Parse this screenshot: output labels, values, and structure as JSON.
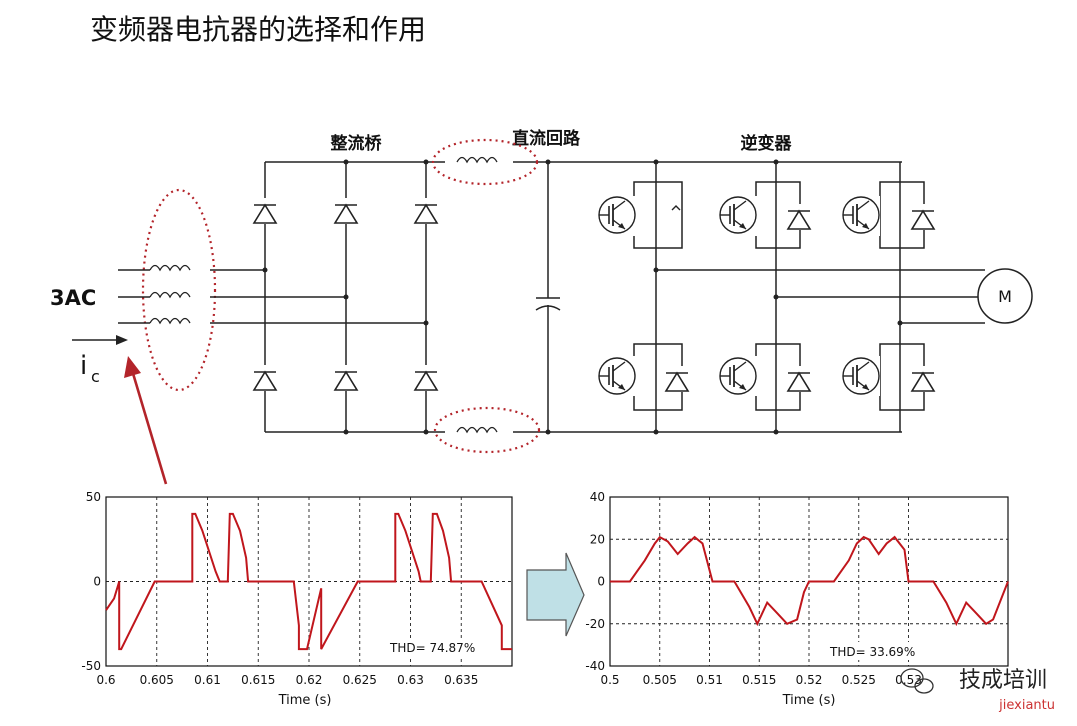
{
  "title": "变频器电抗器的选择和作用",
  "circuit": {
    "rectifier_label": "整流桥",
    "dc_link_label": "直流回路",
    "inverter_label": "逆变器",
    "input_label": "3AC",
    "current_label_main": "i",
    "current_label_sub": "c",
    "motor_label": "M"
  },
  "charts": {
    "left": {
      "xlabel": "Time (s)",
      "xticks": [
        "0.6",
        "0.605",
        "0.61",
        "0.615",
        "0.62",
        "0.625",
        "0.63",
        "0.635"
      ],
      "yticks": [
        "50",
        "0",
        "-50"
      ],
      "annotation": "THD= 74.87%"
    },
    "right": {
      "xlabel": "Time (s)",
      "xticks": [
        "0.5",
        "0.505",
        "0.51",
        "0.515",
        "0.52",
        "0.525",
        "0.53"
      ],
      "yticks": [
        "40",
        "20",
        "0",
        "-20",
        "-40"
      ],
      "annotation": "THD= 33.69%"
    }
  },
  "chart_data": [
    {
      "type": "line",
      "xlabel": "Time (s)",
      "ylabel": "",
      "xlim": [
        0.6,
        0.64
      ],
      "ylim": [
        -50,
        50
      ],
      "grid": true,
      "series": [
        {
          "color": "#c0161c",
          "x": [
            0.6,
            0.6008,
            0.6012,
            0.6013,
            0.6013,
            0.6015,
            0.6048,
            0.6085,
            0.6085,
            0.6088,
            0.6095,
            0.6108,
            0.6112,
            0.612,
            0.6122,
            0.6125,
            0.6132,
            0.6138,
            0.614,
            0.6148,
            0.6148,
            0.6185,
            0.619,
            0.619,
            0.6198,
            0.6212,
            0.6212,
            0.6248,
            0.6285,
            0.6285,
            0.6288,
            0.6295,
            0.6308,
            0.631,
            0.631,
            0.632,
            0.6322,
            0.6326,
            0.6332,
            0.6338,
            0.634,
            0.6348,
            0.6348,
            0.637,
            0.639,
            0.639,
            0.64
          ],
          "values": [
            -17,
            -10,
            -2,
            0,
            -40,
            -40,
            0,
            0,
            40,
            40,
            30,
            6,
            0,
            0,
            40,
            40,
            30,
            14,
            0,
            0,
            0,
            0,
            -26,
            -40,
            -40,
            -4,
            -40,
            0,
            0,
            40,
            40,
            30,
            6,
            0,
            0,
            0,
            40,
            40,
            30,
            14,
            0,
            0,
            0,
            0,
            -26,
            -40,
            -40
          ]
        }
      ],
      "annotation": "THD= 74.87%"
    },
    {
      "type": "line",
      "xlabel": "Time (s)",
      "ylabel": "",
      "xlim": [
        0.5,
        0.54
      ],
      "ylim": [
        -40,
        40
      ],
      "grid": true,
      "series": [
        {
          "color": "#c0161c",
          "x": [
            0.5,
            0.502,
            0.5035,
            0.5045,
            0.505,
            0.5058,
            0.5068,
            0.5078,
            0.5085,
            0.5093,
            0.5103,
            0.5125,
            0.514,
            0.5148,
            0.5158,
            0.5168,
            0.5178,
            0.5188,
            0.5195,
            0.52,
            0.5225,
            0.524,
            0.5248,
            0.5255,
            0.526,
            0.527,
            0.5278,
            0.5286,
            0.5296,
            0.53,
            0.5325,
            0.5338,
            0.5348,
            0.5358,
            0.5368,
            0.5378,
            0.5385,
            0.54
          ],
          "values": [
            0,
            0,
            10,
            18,
            21,
            19,
            13,
            18,
            21,
            18,
            0,
            0,
            -12,
            -20,
            -10,
            -15,
            -20,
            -18,
            -5,
            0,
            0,
            10,
            18,
            21,
            20,
            13,
            18,
            21,
            15,
            0,
            0,
            -10,
            -20,
            -10,
            -15,
            -20,
            -18,
            0
          ]
        }
      ],
      "annotation": "THD= 33.69%"
    }
  ],
  "watermark": {
    "text": "技成培训",
    "site": "jiexiantu"
  }
}
